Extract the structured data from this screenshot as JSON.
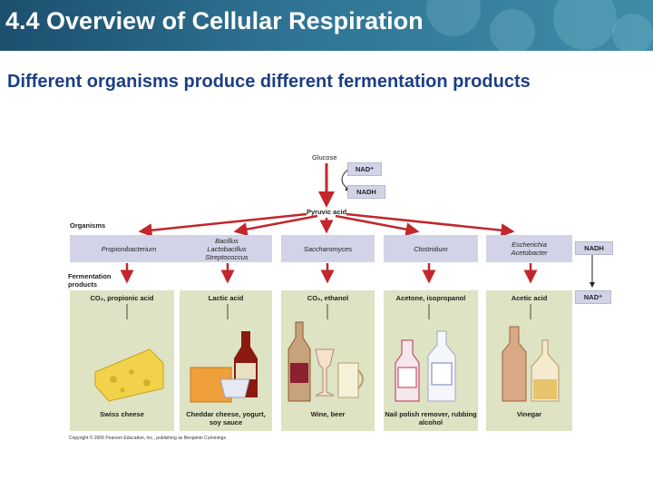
{
  "header": {
    "title": "4.4 Overview of Cellular Respiration"
  },
  "slide": {
    "subtitle": "Different organisms produce different fermentation products"
  },
  "figure": {
    "glucose": "Glucose",
    "nad_plus_top": "NAD⁺",
    "nadh_top": "NADH",
    "pyruvic_acid": "Pyruvic acid",
    "organisms_label": "Organisms",
    "fermentation_label": "Fermentation products",
    "organisms": [
      "Propionibacterium",
      "Bacillus Lactobacillus Streptococcus",
      "Saccharomyces",
      "Clostridium",
      "Escherichia Acetobacter"
    ],
    "products": [
      "CO₂, propionic acid",
      "Lactic acid",
      "CO₂, ethanol",
      "Acetone, isopropanol",
      "Acetic acid"
    ],
    "foods": [
      "Swiss cheese",
      "Cheddar cheese, yogurt, soy sauce",
      "Wine, beer",
      "Nail polish remover, rubbing alcohol",
      "Vinegar"
    ],
    "nadh_right": "NADH",
    "nad_plus_right": "NAD⁺",
    "copyright": "Copyright © 2006 Pearson Education, Inc., publishing as Benjamin Cummings"
  },
  "colors": {
    "header_bg": "#2f7494",
    "subtitle_text": "#1c3f85",
    "arrow_red": "#c1272d",
    "organism_box": "#d3d3e8",
    "product_panel": "#dde3c3"
  }
}
